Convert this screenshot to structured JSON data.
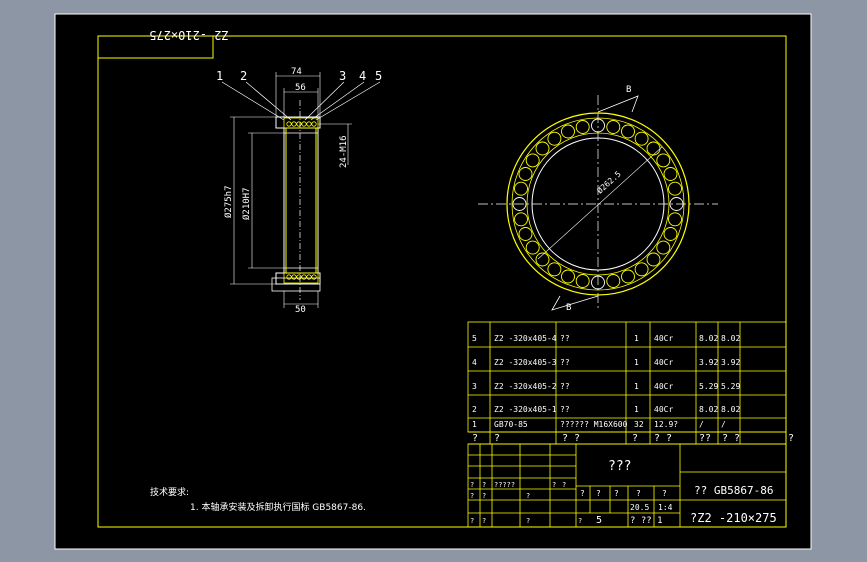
{
  "drawing": {
    "title_block_rotated": "Z2 -210×275",
    "note_header": "技术要求:",
    "note_line": "1. 本轴承安装及拆卸执行国标 GB5867-86.",
    "dims": {
      "width_top": "74",
      "width_inner": "56",
      "width_bottom": "50",
      "thread": "24-M16",
      "outer_dia": "Ø275h7",
      "inner_dia": "Ø210H7",
      "pitch_dia": "Ø262.5"
    },
    "balloons": [
      "1",
      "2",
      "3",
      "4",
      "5"
    ],
    "section_mark_top": "B",
    "section_mark_bottom": "B"
  },
  "parts_list": {
    "rows": [
      {
        "no": "5",
        "code": "Z2 -320x405-4",
        "name": "??",
        "qty": "1",
        "material": "40Cr",
        "w1": "8.02",
        "w2": "8.02"
      },
      {
        "no": "4",
        "code": "Z2 -320x405-3",
        "name": "??",
        "qty": "1",
        "material": "40Cr",
        "w1": "3.92",
        "w2": "3.92"
      },
      {
        "no": "3",
        "code": "Z2 -320x405-2",
        "name": "??",
        "qty": "1",
        "material": "40Cr",
        "w1": "5.29",
        "w2": "5.29"
      },
      {
        "no": "2",
        "code": "Z2 -320x405-1",
        "name": "??",
        "qty": "1",
        "material": "40Cr",
        "w1": "8.02",
        "w2": "8.02"
      },
      {
        "no": "1",
        "code": "GB70-85",
        "name": "?????? M16X600",
        "qty": "32",
        "material": "12.9?",
        "w1": "/",
        "w2": "/"
      }
    ],
    "header": {
      "no": "?",
      "code": "?",
      "name": "? ?",
      "qty": "?",
      "material": "? ?",
      "w1": "??",
      "w2": "? ?",
      "note": "?"
    }
  },
  "title_block": {
    "company": "???",
    "standard": "?? GB5867-86",
    "drawing_no": "?Z2 -210×275",
    "sign_cells": [
      "?",
      "?",
      "?????",
      "?",
      "?"
    ],
    "row_marks": [
      "?",
      "?",
      "?",
      "?",
      "?",
      "?",
      "?"
    ],
    "scale": "20.5",
    "ratio": "1:4",
    "sheet_left": "5",
    "sheet_right": "? ?? 1",
    "grade_cells": [
      "?",
      "?",
      "?",
      "?",
      "?"
    ]
  }
}
